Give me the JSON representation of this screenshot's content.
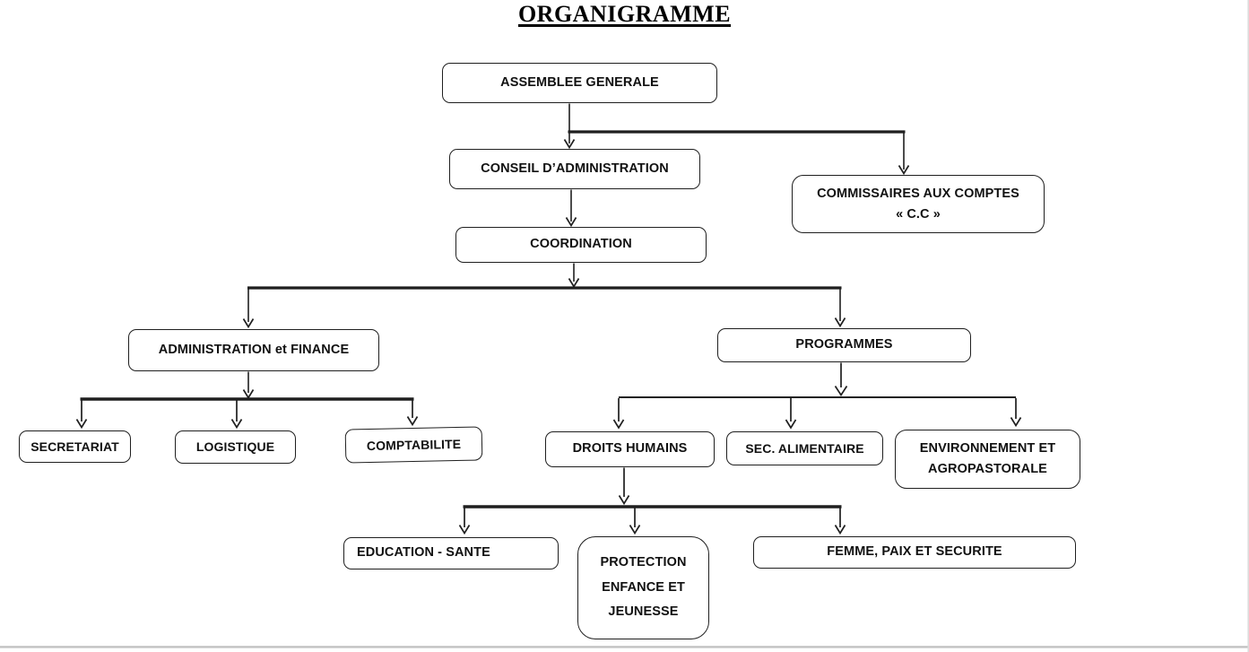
{
  "meta": {
    "title": "ORGANIGRAMME"
  },
  "colors": {
    "line": "#1f1f1f",
    "box_border": "#1f1f1f",
    "box_fill": "#ffffff",
    "text": "#111111",
    "page_edge": "#c2c2c2"
  },
  "nodes": {
    "assemblee_generale": {
      "label": "ASSEMBLEE GENERALE"
    },
    "conseil_administration": {
      "label": "CONSEIL D’ADMINISTRATION"
    },
    "commissaires_aux_comptes": {
      "line1": "COMMISSAIRES AUX COMPTES",
      "line2": "« C.C »"
    },
    "coordination": {
      "label": "COORDINATION"
    },
    "administration_finance": {
      "label": "ADMINISTRATION et FINANCE"
    },
    "programmes": {
      "label": "PROGRAMMES"
    },
    "secretariat": {
      "label": "SECRETARIAT"
    },
    "logistique": {
      "label": "LOGISTIQUE"
    },
    "comptabilite": {
      "label": "COMPTABILITE"
    },
    "droits_humains": {
      "label": "DROITS HUMAINS"
    },
    "sec_alimentaire": {
      "label": "SEC. ALIMENTAIRE"
    },
    "environnement_agropastorale": {
      "line1": "ENVIRONNEMENT ET",
      "line2": "AGROPASTORALE"
    },
    "education_sante": {
      "label": "EDUCATION - SANTE"
    },
    "protection_enfance_jeunesse": {
      "line1": "PROTECTION",
      "line2": "ENFANCE ET",
      "line3": "JEUNESSE"
    },
    "femme_paix_securite": {
      "label": "FEMME, PAIX ET SECURITE"
    }
  },
  "edges": [
    {
      "from": "assemblee_generale",
      "to": "conseil_administration"
    },
    {
      "from": "assemblee_generale",
      "to": "commissaires_aux_comptes"
    },
    {
      "from": "conseil_administration",
      "to": "coordination"
    },
    {
      "from": "coordination",
      "to": "administration_finance"
    },
    {
      "from": "coordination",
      "to": "programmes"
    },
    {
      "from": "administration_finance",
      "to": "secretariat"
    },
    {
      "from": "administration_finance",
      "to": "logistique"
    },
    {
      "from": "administration_finance",
      "to": "comptabilite"
    },
    {
      "from": "programmes",
      "to": "droits_humains"
    },
    {
      "from": "programmes",
      "to": "sec_alimentaire"
    },
    {
      "from": "programmes",
      "to": "environnement_agropastorale"
    },
    {
      "from": "droits_humains",
      "to": "education_sante"
    },
    {
      "from": "droits_humains",
      "to": "protection_enfance_jeunesse"
    },
    {
      "from": "droits_humains",
      "to": "femme_paix_securite"
    }
  ]
}
